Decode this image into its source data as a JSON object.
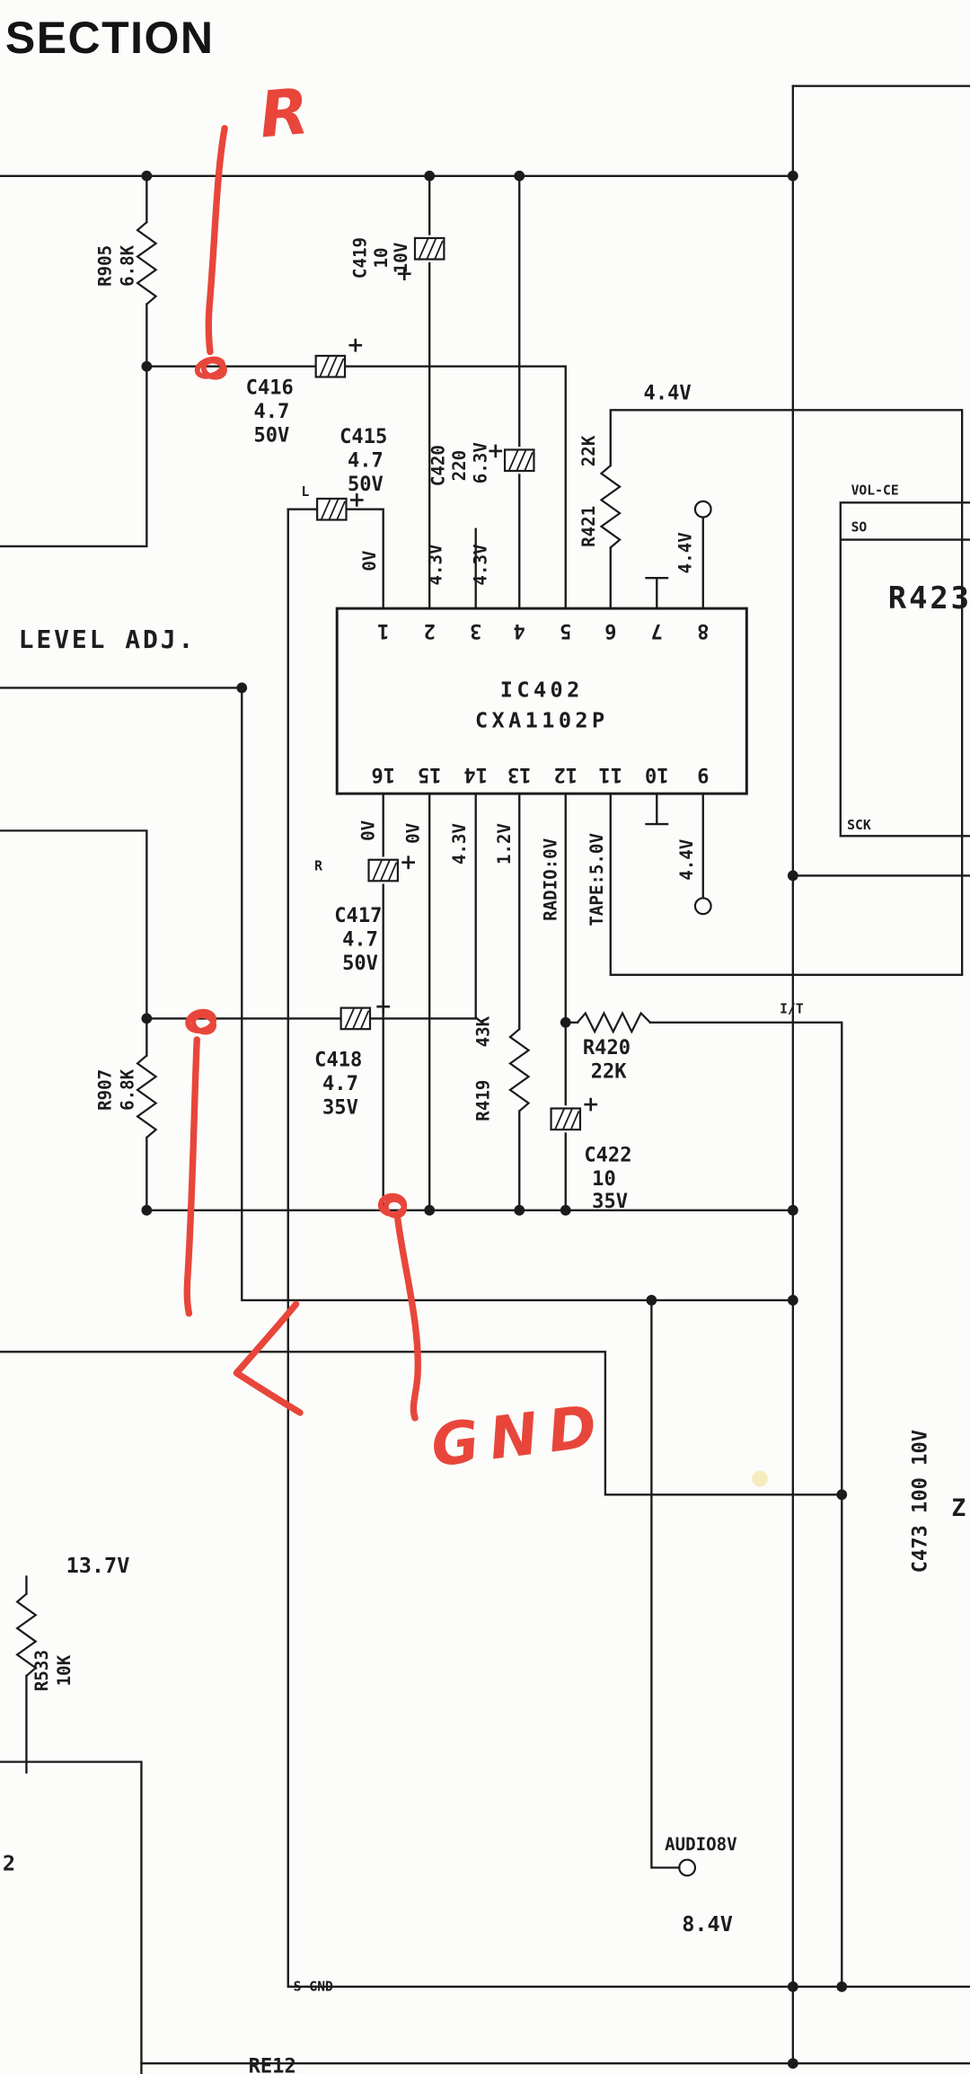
{
  "page": {
    "title_partial": "SECTION"
  },
  "section_label": "LEVEL ADJ.",
  "annotations": {
    "r_mark": "R",
    "gnd_mark": "GND"
  },
  "colors": {
    "ink": "#1b1b1b",
    "annotation_red": "#e8463b",
    "paper": "#fcfcfa"
  },
  "ic": {
    "ref": "IC402",
    "part": "CXA1102P",
    "top_pins": [
      "1",
      "2",
      "3",
      "4",
      "5",
      "6",
      "7",
      "8"
    ],
    "bottom_pins": [
      "16",
      "15",
      "14",
      "13",
      "12",
      "11",
      "10",
      "9"
    ]
  },
  "pin_voltages": {
    "p1": "0V",
    "p2": "4.3V",
    "p3": "4.3V",
    "p8": "4.4V",
    "p16": "0V",
    "p15": "0V",
    "p14": "4.3V",
    "p13": "1.2V",
    "p12": "RADIO:0V",
    "p11": "TAPE:5.0V",
    "p9": "4.4V"
  },
  "components": {
    "r905": {
      "ref": "R905",
      "value": "6.8K"
    },
    "r907": {
      "ref": "R907",
      "value": "6.8K"
    },
    "r421": {
      "ref": "R421",
      "value": "22K"
    },
    "r419": {
      "ref": "R419",
      "value": "43K"
    },
    "r420": {
      "ref": "R420",
      "value": "22K"
    },
    "r533": {
      "ref": "R533",
      "value": "10K"
    },
    "r423": {
      "ref": "R423"
    },
    "c419": {
      "ref": "C419",
      "value": "10",
      "voltage": "10V"
    },
    "c416": {
      "ref": "C416",
      "value": "4.7",
      "voltage": "50V"
    },
    "c415": {
      "ref": "C415",
      "value": "4.7",
      "voltage": "50V"
    },
    "c420": {
      "ref": "C420",
      "value": "220",
      "voltage": "6.3V"
    },
    "c417": {
      "ref": "C417",
      "value": "4.7",
      "voltage": "50V"
    },
    "c418": {
      "ref": "C418",
      "value": "4.7",
      "voltage": "35V"
    },
    "c422": {
      "ref": "C422",
      "value": "10",
      "voltage": "35V"
    },
    "c473": {
      "label": "C473 100 10V"
    }
  },
  "net_labels": {
    "v44_top": "4.4V",
    "vol_ce": "VOL-CE",
    "so": "SO",
    "sck": "SCK",
    "it": "I/T",
    "v137": "13.7V",
    "audio": "AUDIO8V",
    "v84": "8.4V",
    "s_gnd": "S-GND",
    "partial_bottom": "RE12",
    "partial_left": "2",
    "partial_right": "Z"
  },
  "channel_markers": {
    "left": "L",
    "right": "R"
  }
}
